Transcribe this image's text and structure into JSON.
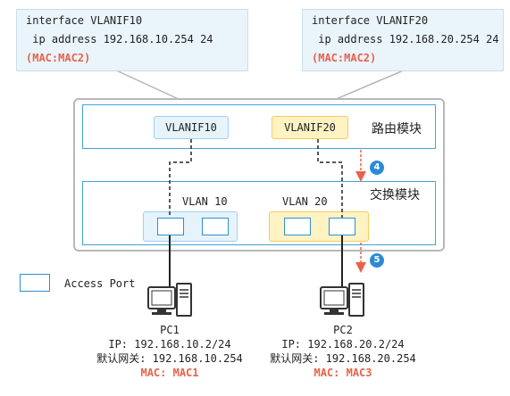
{
  "callouts": {
    "left": {
      "line1": "interface VLANIF10",
      "line2": " ip address 192.168.10.254 24",
      "mac": "(MAC:MAC2)"
    },
    "right": {
      "line1": "interface VLANIF20",
      "line2": " ip address 192.168.20.254 24",
      "mac": "(MAC:MAC2)"
    }
  },
  "routing_module": {
    "label": "路由模块",
    "vlanif_left": "VLANIF10",
    "vlanif_right": "VLANIF20"
  },
  "switching_module": {
    "label": "交换模块",
    "vlan_left": "VLAN 10",
    "vlan_right": "VLAN 20"
  },
  "steps": {
    "first": "4",
    "second": "5"
  },
  "legend": {
    "label": "Access Port"
  },
  "pcs": [
    {
      "name": "PC1",
      "ip": "IP: 192.168.10.2/24",
      "gateway": "默认网关: 192.168.10.254",
      "mac": "MAC: MAC1"
    },
    {
      "name": "PC2",
      "ip": "IP: 192.168.20.2/24",
      "gateway": "默认网关: 192.168.20.254",
      "mac": "MAC: MAC3"
    }
  ],
  "colors": {
    "accent_blue": "#2e8ad6",
    "module_border": "#43a3d8",
    "highlight_yellow": "#fff3c4",
    "mac_red": "#e8624a",
    "flow_red": "#e8624a"
  }
}
